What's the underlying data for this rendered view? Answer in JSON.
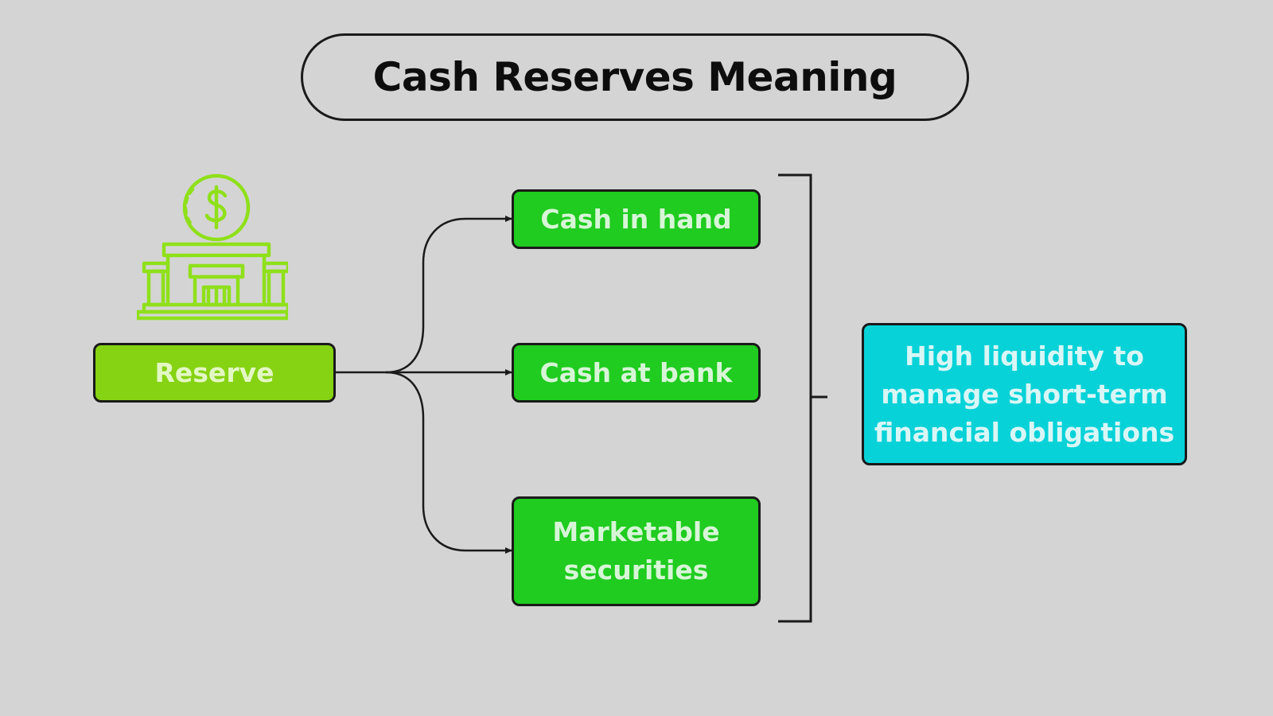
{
  "title": "Cash Reserves Meaning",
  "icon": "bank-dollar-icon",
  "source": {
    "label": "Reserve"
  },
  "components": [
    {
      "label": "Cash in hand"
    },
    {
      "label": "Cash at bank"
    },
    {
      "label": "Marketable securities"
    }
  ],
  "outcome": {
    "label": "High liquidity to manage short-term financial obligations"
  },
  "colors": {
    "background": "#d4d4d4",
    "reserve": "#86d313",
    "component": "#1fcc1f",
    "outcome": "#07d2d8",
    "icon": "#8fe01a"
  }
}
